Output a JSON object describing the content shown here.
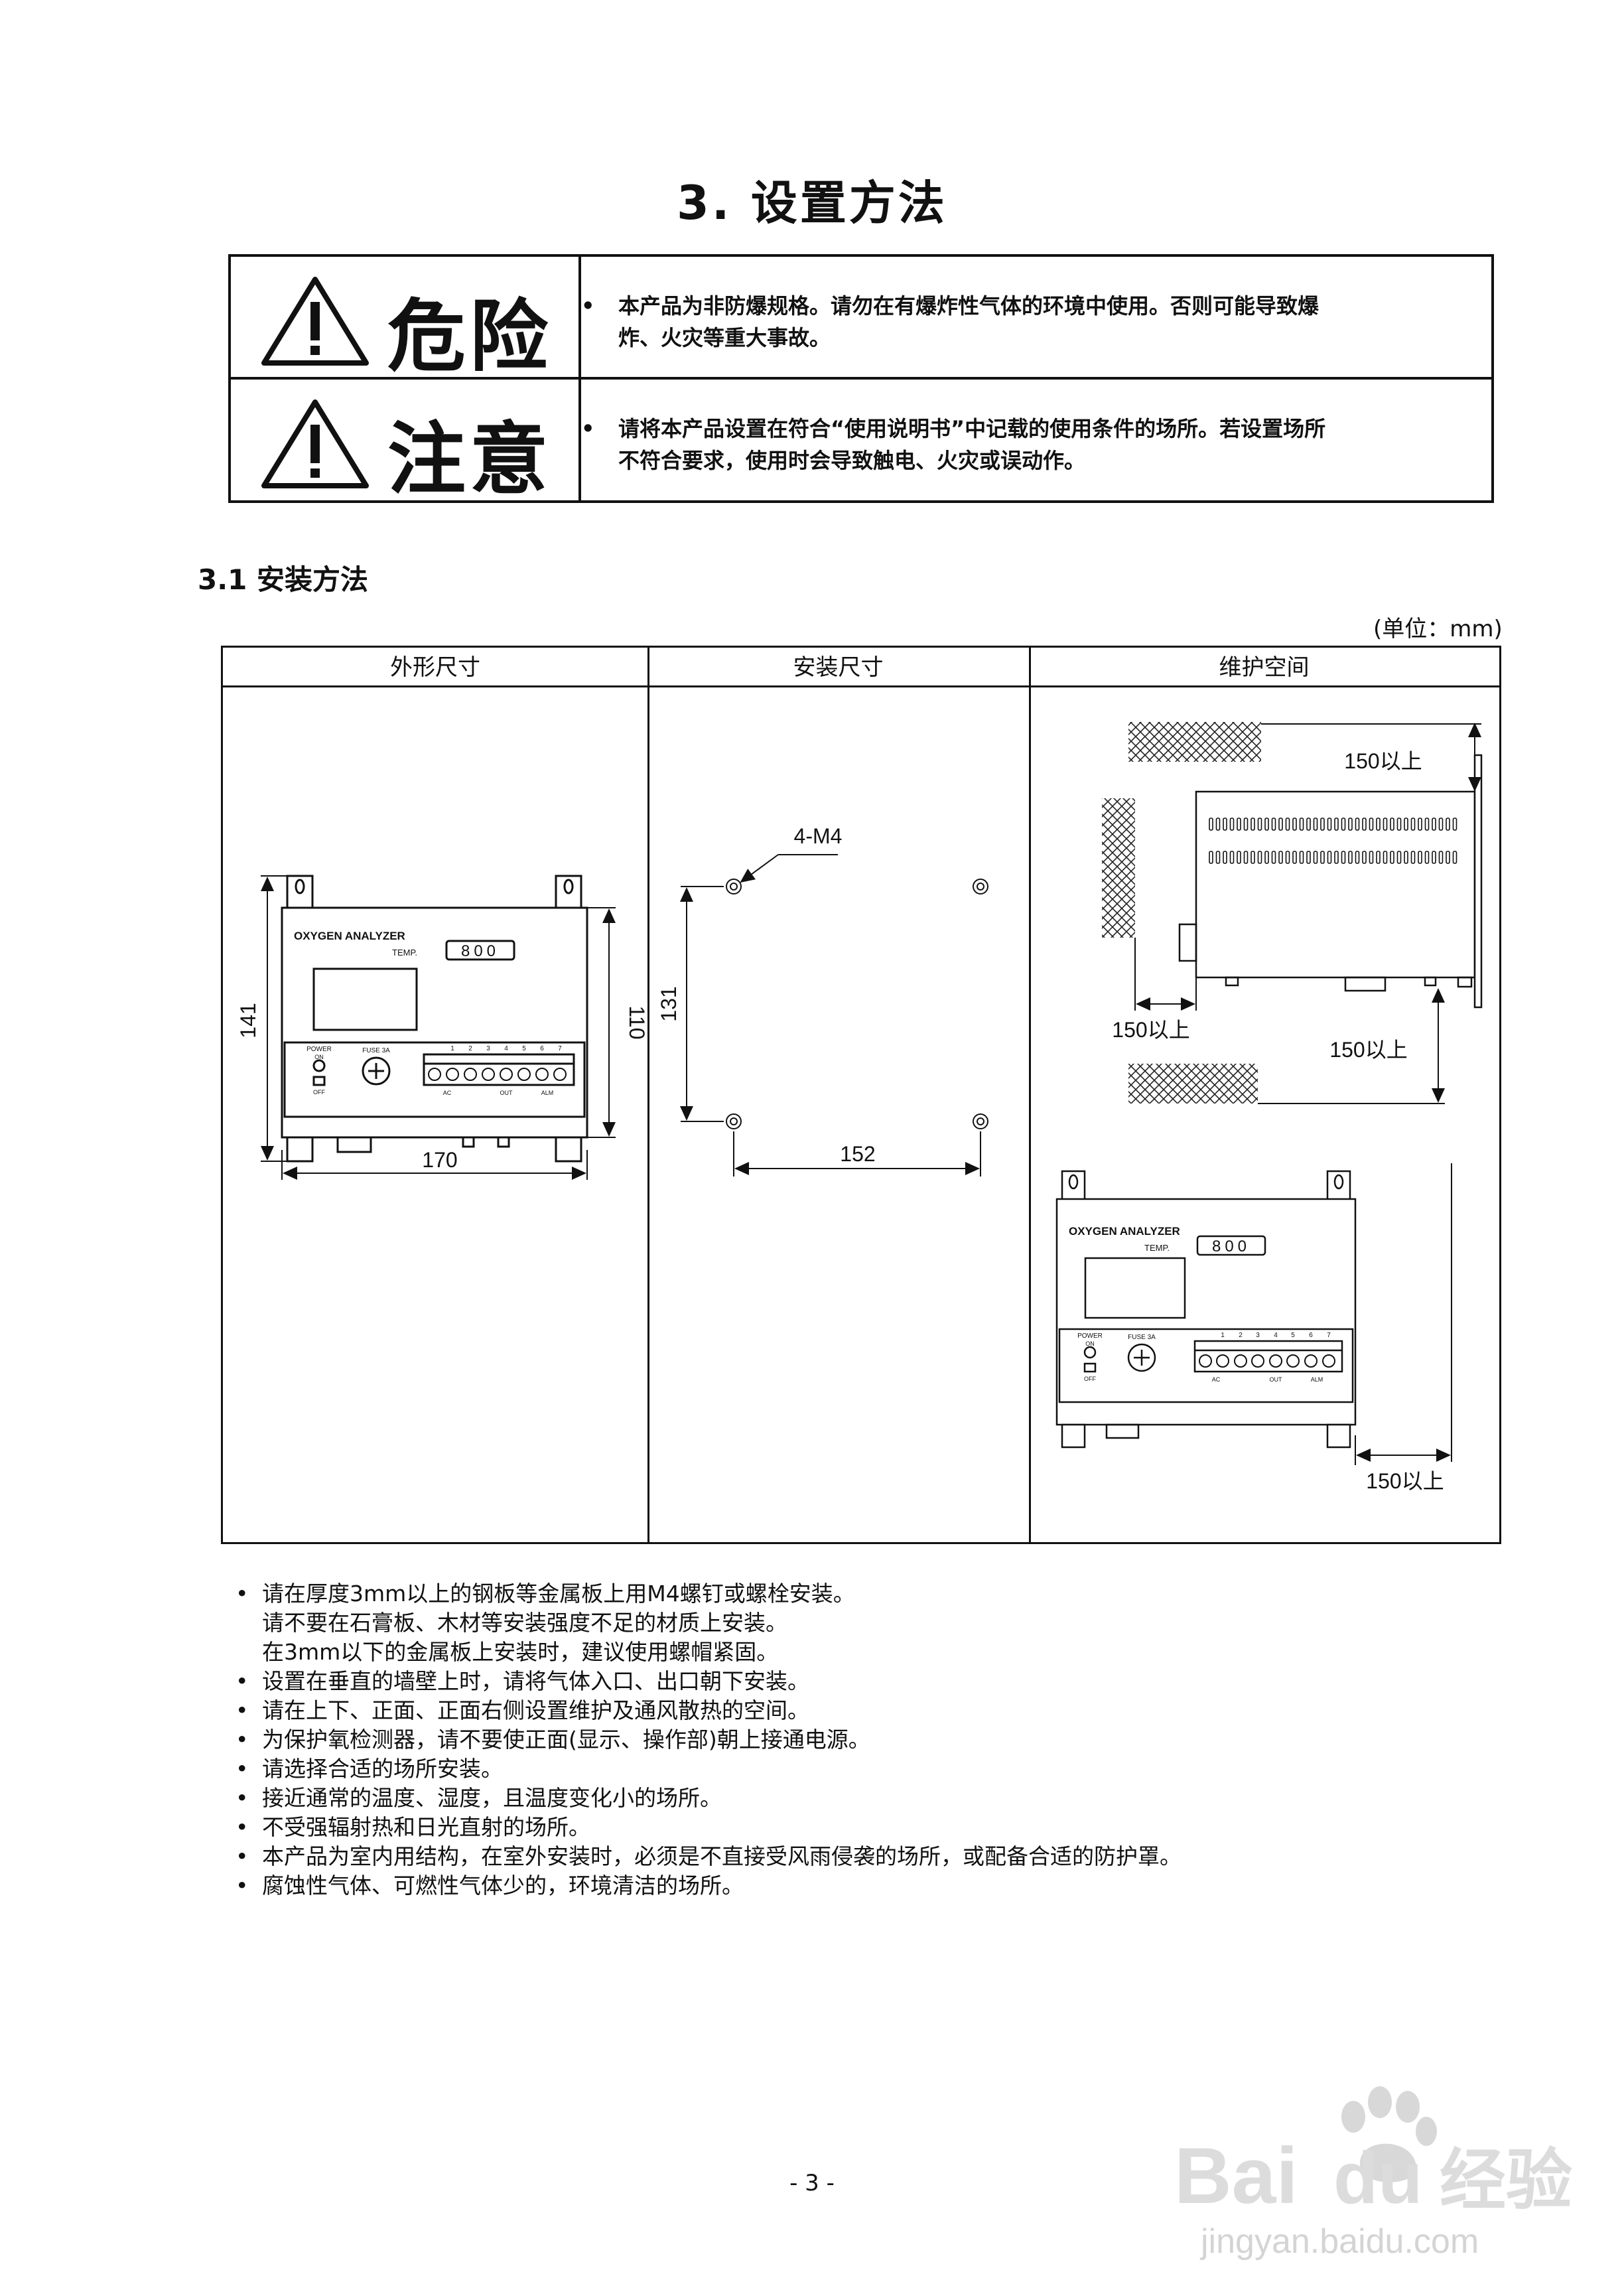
{
  "title": "3. 设置方法",
  "warnings": [
    {
      "label": "危险",
      "lines": [
        "本产品为非防爆规格。请勿在有爆炸性气体的环境中使用。否则可能导致爆",
        "炸、火灾等重大事故。"
      ]
    },
    {
      "label": "注意",
      "lines": [
        "请将本产品设置在符合“使用说明书”中记载的使用条件的场所。若设置场所",
        "不符合要求，使用时会导致触电、火灾或误动作。"
      ]
    }
  ],
  "bullet": "•",
  "section_title": "3.1  安装方法",
  "unit_note": "(单位：mm)",
  "table": {
    "columns": [
      "外形尺寸",
      "安装尺寸",
      "维护空间"
    ]
  },
  "device": {
    "name": "OXYGEN ANALYZER",
    "temp_label": "TEMP.",
    "temp_value": "800",
    "power_label": "POWER",
    "on_label": "ON",
    "off_label": "OFF",
    "fuse_label": "FUSE 3A",
    "terminal_numbers": [
      "1",
      "2",
      "3",
      "4",
      "5",
      "6",
      "7"
    ],
    "ac_label": "AC",
    "out_label": "OUT",
    "alm_label": "ALM"
  },
  "dims": {
    "outline_height": "141",
    "outline_inner_height": "110",
    "outline_width": "170",
    "mount_hole": "4-M4",
    "mount_height": "131",
    "mount_width": "152",
    "clearance_top": "150以上",
    "clearance_left": "150以上",
    "clearance_bottom": "150以上",
    "clearance_right": "150以上"
  },
  "notes": [
    {
      "text": "请在厚度3mm以上的钢板等金属板上用M4螺钉或螺栓安装。",
      "cont": [
        "请不要在石膏板、木材等安装强度不足的材质上安装。",
        "在3mm以下的金属板上安装时，建议使用螺帽紧固。"
      ]
    },
    {
      "text": "设置在垂直的墙壁上时，请将气体入口、出口朝下安装。",
      "cont": []
    },
    {
      "text": "请在上下、正面、正面右侧设置维护及通风散热的空间。",
      "cont": []
    },
    {
      "text": "为保护氧检测器，请不要使正面(显示、操作部)朝上接通电源。",
      "cont": []
    },
    {
      "text": "请选择合适的场所安装。",
      "cont": []
    },
    {
      "text": "接近通常的温度、湿度，且温度变化小的场所。",
      "cont": []
    },
    {
      "text": "不受强辐射热和日光直射的场所。",
      "cont": []
    },
    {
      "text": "本产品为室内用结构，在室外安装时，必须是不直接受风雨侵袭的场所，或配备合适的防护罩。",
      "cont": []
    },
    {
      "text": "腐蚀性气体、可燃性气体少的，环境清洁的场所。",
      "cont": []
    }
  ],
  "page_number": "- 3 -",
  "watermark": {
    "brand": "Bai",
    "brand2": "du",
    "service": "经验",
    "url": "jingyan.baidu.com"
  }
}
